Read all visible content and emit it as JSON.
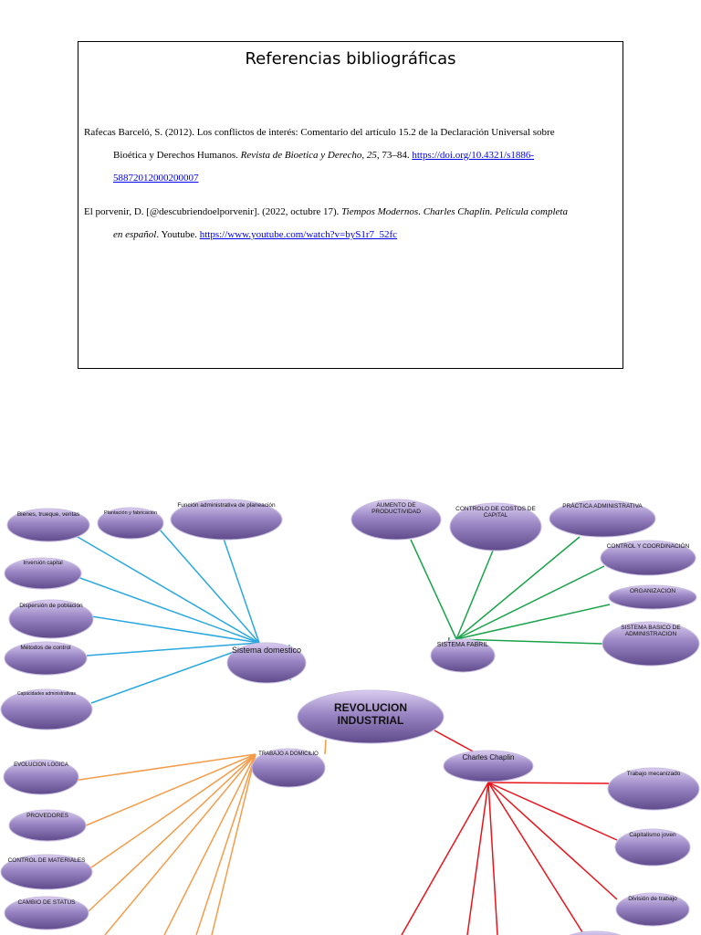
{
  "references": {
    "title": "Referencias bibliográficas",
    "ref1": {
      "authors": "Rafecas Barceló, S. (2012). Los conflictos de interés: Comentario del artículo 15.2 de la Declaración Universal sobre",
      "cont": "Bioética y Derechos Humanos. ",
      "journal": "Revista de Bioetica y Derecho, 25",
      "pages": ", 73–84. ",
      "link_a": "https://doi.org/10.4321/s1886-",
      "link_b": "58872012000200007"
    },
    "ref2": {
      "authors": "El porvenir, D. [@descubriendoelporvenir]. (2022, octubre 17). ",
      "title_italic": "Tiempos Modernos. Charles Chaplin. Película completa",
      "title_italic_b": "en español",
      "source": ". Youtube. ",
      "link": "https://www.youtube.com/watch?v=byS1r7_52fc"
    }
  },
  "mindmap": {
    "center": "REVOLUCION INDUSTRIAL",
    "branches": [
      {
        "name": "Sistema domestico",
        "color": "#29a7df",
        "children": [
          "Bienes, trueque, ventas",
          "Plantación y fabricación",
          "Función administrativa de planeación",
          "Inversión capital",
          "Dispersión de población",
          "Métodos de control",
          "Capacidades administrativas"
        ]
      },
      {
        "name": "SISTEMA FABRIL",
        "color": "#1aa34a",
        "children": [
          "AUMENTO DE PRODUCTIVIDAD",
          "CONTROLO DE COSTOS DE CAPITAL",
          "PRÁCTICA ADMINISTRATIVA",
          "CONTROL Y COORDINACIÓN",
          "ORGANIZACION",
          "SISTEMA BASICO DE ADMINISTRACION"
        ]
      },
      {
        "name": "TRABAJO A DOMICILIO",
        "color": "#f39c4a",
        "children": [
          "EVOLUCION LOGICA",
          "PROVEDORES",
          "CONTROL DE MATERIALES",
          "CAMBIO DE STATUS"
        ]
      },
      {
        "name": "Charles Chaplin",
        "color": "#e8141b",
        "children": [
          "Trabajo mecanizado",
          "Capitalismo joven",
          "División de trabajo"
        ]
      }
    ]
  }
}
